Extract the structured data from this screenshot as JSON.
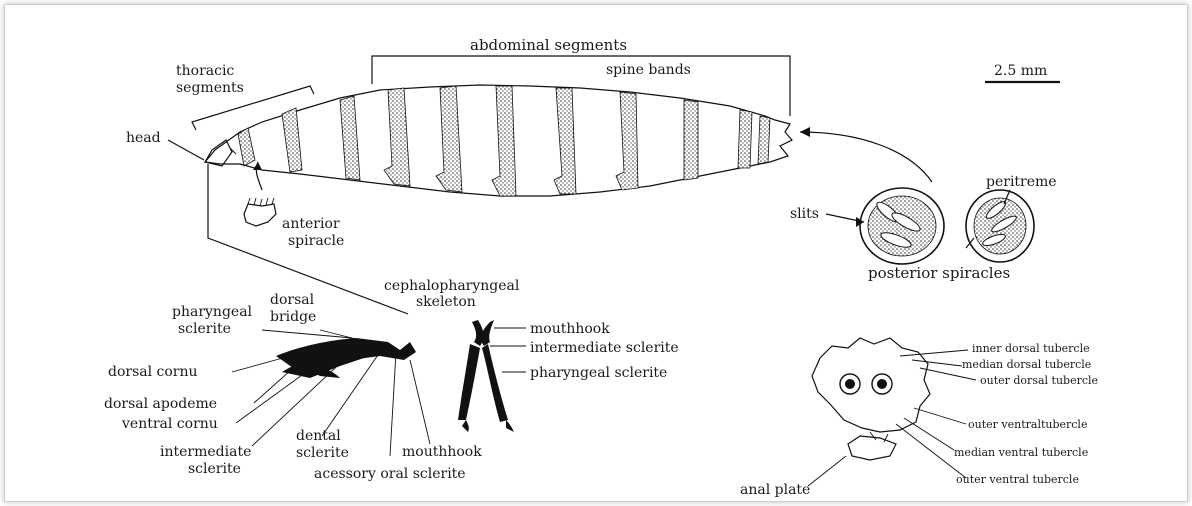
{
  "labels": {
    "abdominal_segments": "abdominal segments",
    "thoracic_segments_1": "thoracic",
    "thoracic_segments_2": "segments",
    "spine_bands": "spine bands",
    "scale": "2.5 mm",
    "head": "head",
    "anterior_spiracle_1": "anterior",
    "anterior_spiracle_2": "spiracle",
    "peritreme": "peritreme",
    "slits": "slits",
    "posterior_spiracles": "posterior spiracles",
    "cephalo_1": "cephalopharyngeal",
    "cephalo_2": "skeleton",
    "pharyngeal_sclerite_1": "pharyngeal",
    "pharyngeal_sclerite_2": "sclerite",
    "dorsal_bridge_1": "dorsal",
    "dorsal_bridge_2": "bridge",
    "dorsal_cornu": "dorsal cornu",
    "dorsal_apodeme": "dorsal apodeme",
    "ventral_cornu": "ventral cornu",
    "intermediate_sclerite_1": "intermediate",
    "intermediate_sclerite_2": "sclerite",
    "dental_sclerite_1": "dental",
    "dental_sclerite_2": "sclerite",
    "mouthhook_left": "mouthhook",
    "accessory_oral_sclerite": "acessory oral sclerite",
    "mouthhook_right": "mouthhook",
    "intermediate_sclerite_right": "intermediate sclerite",
    "pharyngeal_sclerite_right": "pharyngeal sclerite",
    "inner_dorsal_tubercle": "inner dorsal tubercle",
    "median_dorsal_tubercle": "median dorsal tubercle",
    "outer_dorsal_tubercle": "outer dorsal tubercle",
    "outer_ventral_tubercle_1": "outer ventraltubercle",
    "median_ventral_tubercle": "median ventral tubercle",
    "outer_ventral_tubercle_2": "outer ventral tubercle",
    "anal_plate": "anal plate"
  },
  "colors": {
    "ink": "#111111",
    "band_fill": "#8c8c8c"
  }
}
